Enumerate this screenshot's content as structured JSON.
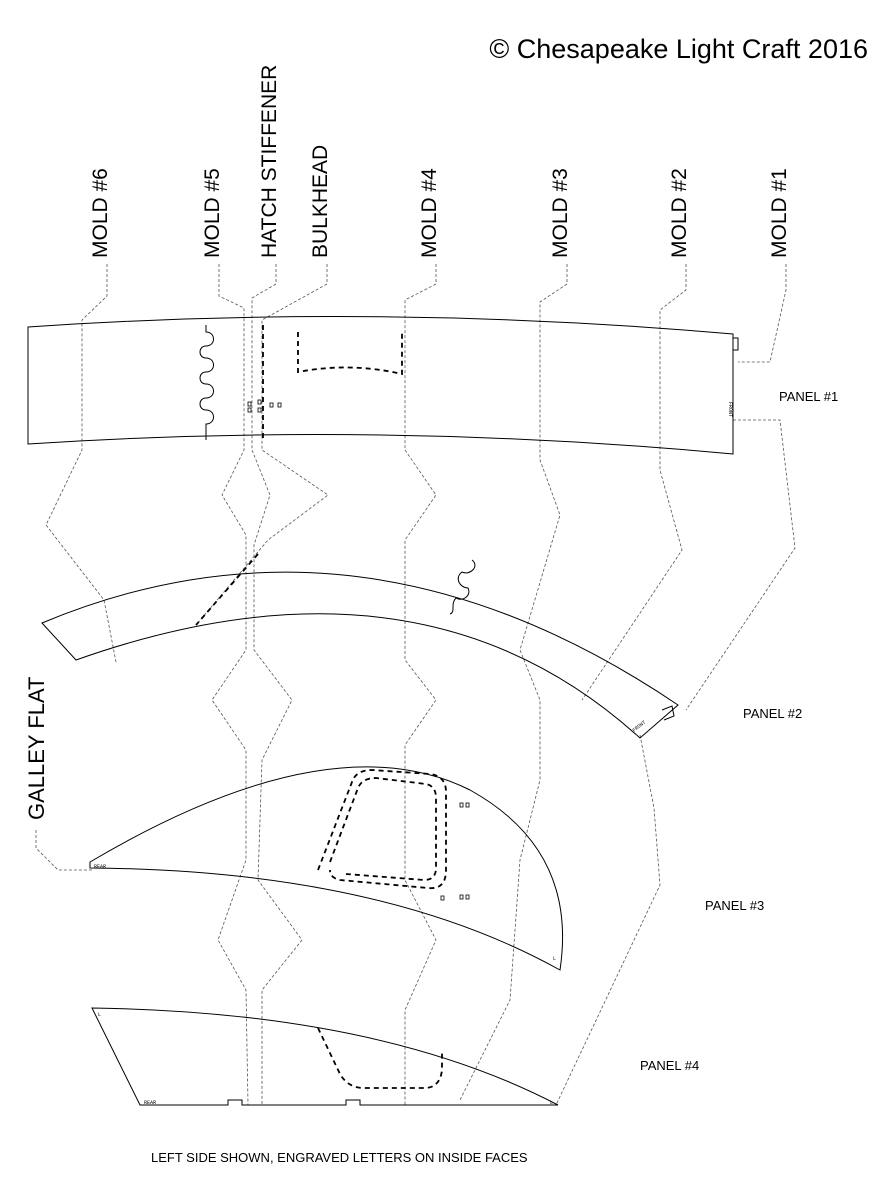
{
  "copyright": "© Chesapeake Light Craft 2016",
  "station_labels": {
    "mold6": "MOLD #6",
    "mold5": "MOLD #5",
    "hatch_stiffener": "HATCH STIFFENER",
    "bulkhead": "BULKHEAD",
    "mold4": "MOLD #4",
    "mold3": "MOLD #3",
    "mold2": "MOLD #2",
    "mold1": "MOLD #1"
  },
  "panel_labels": {
    "panel1": "PANEL #1",
    "panel2": "PANEL #2",
    "panel3": "PANEL #3",
    "panel4": "PANEL #4"
  },
  "galley_flat_label": "GALLEY FLAT",
  "engravings": {
    "front": "FRONT",
    "rear": "REAR",
    "l": "L"
  },
  "footer_note": "LEFT SIDE SHOWN, ENGRAVED LETTERS  ON INSIDE FACES"
}
